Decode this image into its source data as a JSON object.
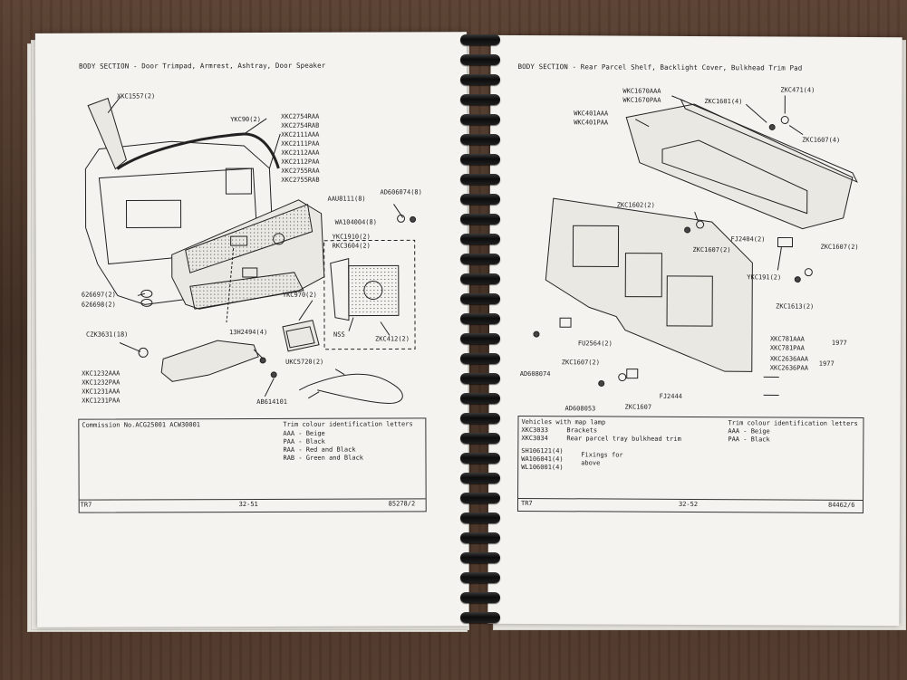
{
  "left_page": {
    "header": "BODY SECTION - Door Trimpad, Armrest, Ashtray, Door Speaker",
    "part_labels": {
      "xkc1557": "XKC1557(2)",
      "ykc90": "YKC90(2)",
      "xkc2754raa": "XKC2754RAA",
      "xkc2754rab": "XKC2754RAB",
      "xkc2111aaa": "XKC2111AAA",
      "xkc2111paa": "XKC2111PAA",
      "xkc2112aaa": "XKC2112AAA",
      "xkc2112paa": "XKC2112PAA",
      "xkc2755raa": "XKC2755RAA",
      "xkc2755rab": "XKC2755RAB",
      "aau8111": "AAU8111(8)",
      "ad606074": "AD606074(8)",
      "wa104004": "WA104004(8)",
      "ykc1910": "YKC1910(2)",
      "rkc3604": "RKC3604(2)",
      "g26697": "626697(2)",
      "g26698": "626698(2)",
      "ykc970": "YKC970(2)",
      "nss": "NSS",
      "zkc412": "ZKC412(2)",
      "czk3631": "CZK3631(18)",
      "h13h2494": "13H2494(4)",
      "ukc5720": "UKC5720(2)",
      "xkc1232aaa": "XKC1232AAA",
      "xkc1232paa": "XKC1232PAA",
      "xkc1231aaa": "XKC1231AAA",
      "xkc1231paa": "XKC1231PAA",
      "ab614101": "AB614101"
    },
    "note_box": {
      "commission": "Commission No.ACG25001 ACW30001",
      "trim_title": "Trim colour identification letters",
      "trim_codes": [
        "AAA - Beige",
        "PAA - Black",
        "RAA - Red and Black",
        "RAB - Green and Black"
      ]
    },
    "footer": {
      "model": "TR7",
      "page": "32-51",
      "ref": "85278/2"
    }
  },
  "right_page": {
    "header": "BODY SECTION - Rear Parcel Shelf, Backlight Cover, Bulkhead Trim Pad",
    "part_labels": {
      "wkc1670aaa": "WKC1670AAA",
      "wkc1670paa": "WKC1670PAA",
      "zkc471": "ZKC471(4)",
      "wkc401aaa": "WKC401AAA",
      "wkc401paa": "WKC401PAA",
      "zkc1601": "ZKC1601(4)",
      "zkc1607a": "ZKC1607(4)",
      "zkc1602": "ZKC1602(2)",
      "fj2404": "FJ2404(2)",
      "zkc1607b": "ZKC1607(2)",
      "zkc1607c": "ZKC1607(2)",
      "ykc191": "YKC191(2)",
      "zkc1613": "ZKC1613(2)",
      "fu2564": "FU2564(2)",
      "ad608074": "AD608074",
      "zkc1607d": "ZKC1607(2)",
      "xkc781aaa": "XKC781AAA",
      "xkc781paa": "XKC781PAA",
      "xkc2636aaa": "XKC2636AAA",
      "xkc2636paa": "XKC2636PAA",
      "y1977a": "1977",
      "y1977b": "1977",
      "fj2444": "FJ2444",
      "ad608053": "AD608053",
      "zkc1607e": "ZKC1607"
    },
    "note_box": {
      "vehicles_map": "Vehicles with map lamp",
      "xkc3033": "XKC3033",
      "xkc3034": "XKC3034",
      "brackets": "Brackets",
      "rear_tray": "Rear parcel tray bulkhead trim",
      "sh106121": "SH106121(4)",
      "wa106041": "WA106041(4)",
      "wl106001": "WL106001(4)",
      "fixings": "Fixings for",
      "above": "above",
      "trim_title": "Trim colour identification letters",
      "trim_codes": [
        "AAA - Beige",
        "PAA - Black"
      ]
    },
    "footer": {
      "model": "TR7",
      "page": "32-52",
      "ref": "84462/6"
    }
  },
  "colors": {
    "desk": "#4a3528",
    "paper": "#f4f3ef",
    "ink": "#1e1e1e",
    "binding": "#111111"
  }
}
